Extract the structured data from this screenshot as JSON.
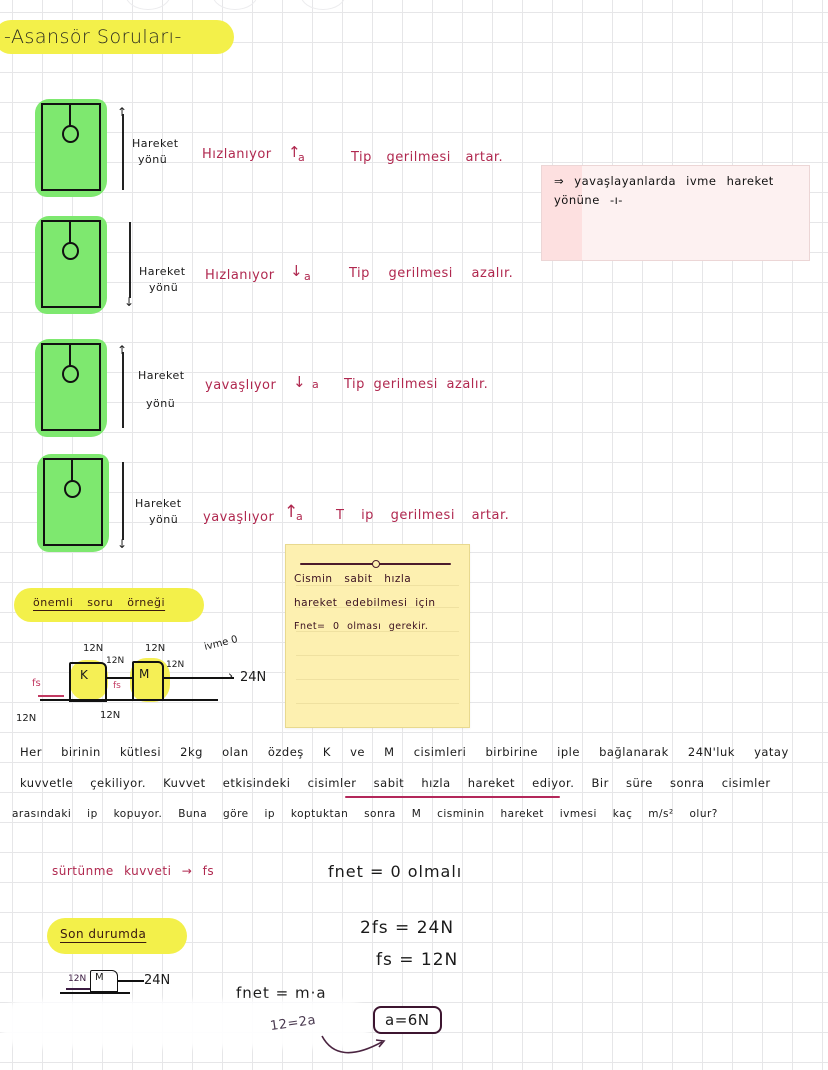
{
  "title": "-Asansör Soruları-",
  "elevator_cases": [
    {
      "direction_label_1": "Hareket",
      "direction_label_2": "yönü",
      "motion_arrow": "up",
      "state": "Hızlanıyor",
      "accel_arrow": "↑",
      "accel_symbol": "a",
      "result": "Tip gerilmesi artar."
    },
    {
      "direction_label_1": "Hareket",
      "direction_label_2": "yönü",
      "motion_arrow": "down",
      "state": "Hızlanıyor",
      "accel_arrow": "↓",
      "accel_symbol": "a",
      "result": "Tip gerilmesi azalır."
    },
    {
      "direction_label_1": "Hareket",
      "direction_label_2": "yönü",
      "motion_arrow": "up",
      "state": "yavaşlıyor",
      "accel_arrow": "↓",
      "accel_symbol": "a",
      "result": "Tip gerilmesi azalır."
    },
    {
      "direction_label_1": "Hareket",
      "direction_label_2": "yönü",
      "motion_arrow": "down",
      "state": "yavaşlıyor",
      "accel_arrow": "↑",
      "accel_symbol": "a",
      "result": "T ip gerilmesi artar."
    }
  ],
  "side_note": {
    "line1": "⇒ yavaşlayanlarda ivme hareket",
    "line2": "yönüne -ı-"
  },
  "sticky_note": {
    "lines": [
      "Cismin sabit hızla",
      "hareket edebilmesi için",
      "Fnet= 0 olması gerekir."
    ]
  },
  "example_label": "önemli soru örneği",
  "diagram": {
    "block_k": "K",
    "block_m": "M",
    "k_top": "12N",
    "m_top": "12N",
    "k_right": "12N",
    "m_right": "12N",
    "applied_force": "24N",
    "accel_note": "ivme 0",
    "friction_symbol": "fs",
    "friction_k": "12N",
    "friction_m": "12N"
  },
  "problem_text": {
    "line1": "Her birinin kütlesi 2kg olan özdeş K ve M cisimleri birbirine iple bağlanarak 24N'luk yatay",
    "line2": "kuvvetle çekiliyor. Kuvvet etkisindeki cisimler sabit hızla hareket ediyor. Bir süre sonra cisimler",
    "line3": "arasındaki ip kopuyor. Buna göre ip koptuktan sonra M cisminin hareket ivmesi kaç m/s² olur?"
  },
  "solution": {
    "friction_def": "sürtünme kuvveti → fs",
    "fnet_zero": "fnet = 0 olmalı",
    "eq1": "2fs = 24N",
    "eq2": "fs = 12N",
    "final_label": "Son durumda",
    "final_diagram": {
      "left_force": "12N",
      "block": "M",
      "right_force": "24N"
    },
    "fnet_eq": "fnet = m·a",
    "substitution": "12=2a",
    "answer": "a=6N"
  },
  "colors": {
    "highlight_yellow": "#f3f04a",
    "elevator_green": "#7ee86f",
    "accent_red": "#b0284f",
    "sticky_yellow": "#fdf0b0",
    "pink_note": "#fdf1f1",
    "grid": "#e6e6e8"
  }
}
